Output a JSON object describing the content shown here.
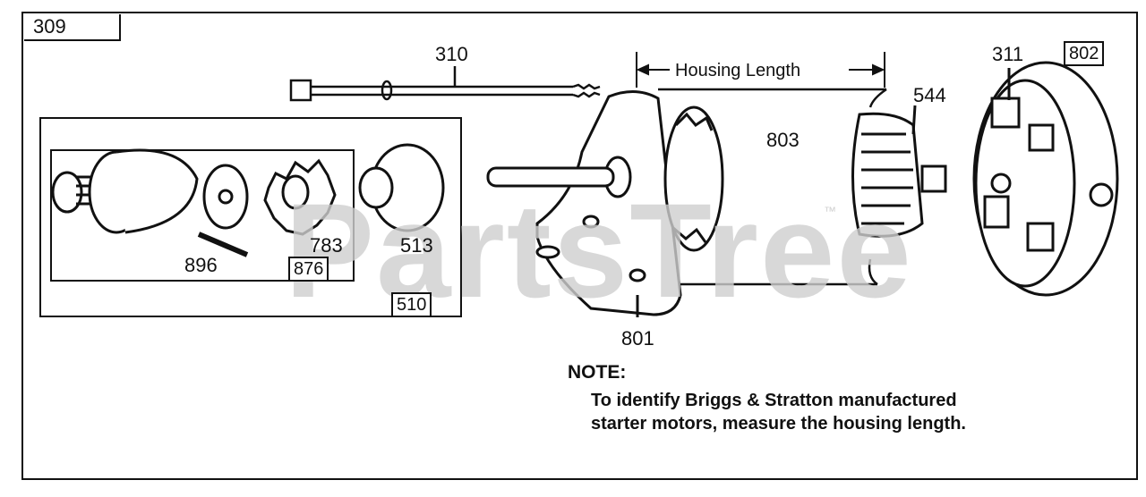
{
  "figure": {
    "number": "309",
    "watermark": "PartsTree",
    "watermark_tm": "™"
  },
  "dimension": {
    "label": "Housing Length"
  },
  "parts": [
    {
      "id": "310"
    },
    {
      "id": "311"
    },
    {
      "id": "802"
    },
    {
      "id": "544"
    },
    {
      "id": "803"
    },
    {
      "id": "801"
    },
    {
      "id": "510"
    },
    {
      "id": "876"
    },
    {
      "id": "896"
    },
    {
      "id": "783"
    },
    {
      "id": "513"
    }
  ],
  "note": {
    "title": "NOTE:",
    "lines": [
      "To identify Briggs & Stratton manufactured",
      "starter motors, measure the housing length."
    ]
  }
}
